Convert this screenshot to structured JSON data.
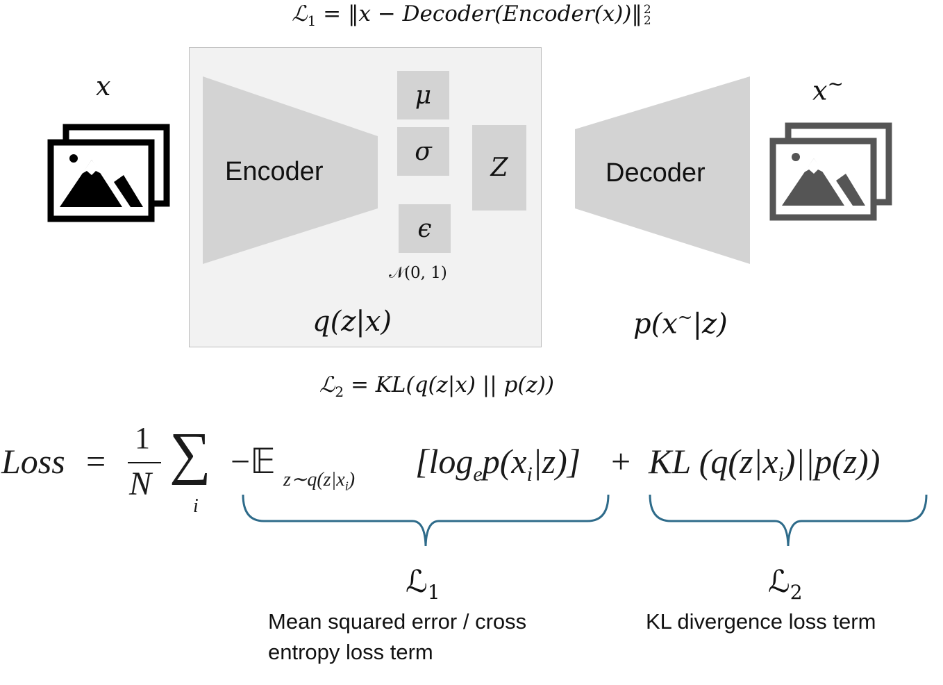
{
  "equations": {
    "l1_top": {
      "lhs": "ℒ",
      "lhs_sub": "1",
      "rhs": " = ‖x − Decoder(Encoder(x))‖",
      "sup": "2",
      "sub": "2"
    },
    "l2_mid": {
      "lhs": "ℒ",
      "lhs_sub": "2",
      "rhs": " = KL(q(z|x) ||  p(z))"
    }
  },
  "input": {
    "label": "x",
    "icon": "image-stack-icon",
    "color": "#000000"
  },
  "output": {
    "label": "x",
    "tilde": "~",
    "icon": "image-stack-icon",
    "color": "#555555"
  },
  "encoder": {
    "label": "Encoder",
    "distribution": "q(z|x)"
  },
  "decoder": {
    "label": "Decoder",
    "distribution": "p(x",
    "distribution_tilde": "~",
    "distribution_end": "|z)"
  },
  "latent": {
    "mu": "μ",
    "sigma": "σ",
    "epsilon": "ϵ",
    "noise": "𝒩(0, 1)",
    "z": "Z"
  },
  "loss": {
    "loss_word": "Loss",
    "eq": "=",
    "frac_num": "1",
    "frac_den": "N",
    "sum": "∑",
    "sum_index": "i",
    "minus_E": "−𝔼",
    "e_sub": "z∼q(z|x",
    "e_sub_i": "i",
    "e_sub_end": ")",
    "bracket_term": "[log",
    "log_sub": "e",
    "bracket_rest": "p(x",
    "bracket_i": "i",
    "bracket_end": "|z)]",
    "plus": "+",
    "kl_term": "KL (q(z|x",
    "kl_i": "i",
    "kl_end": ")||p(z))"
  },
  "labels": {
    "l1": {
      "symbol": "ℒ",
      "sub": "1",
      "text_line1": "Mean squared error / cross",
      "text_line2": "entropy loss term"
    },
    "l2": {
      "symbol": "ℒ",
      "sub": "2",
      "text_line1": "KL divergence loss term"
    }
  },
  "colors": {
    "block_gray": "#d3d3d3",
    "frame_bg": "#f2f2f2",
    "brace_blue": "#2e6b8a"
  }
}
